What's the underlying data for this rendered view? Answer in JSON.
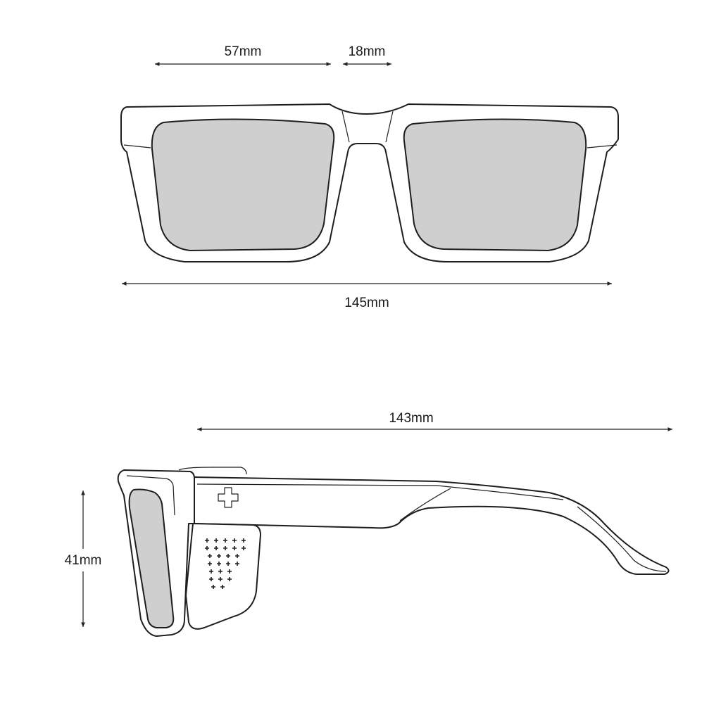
{
  "dimensions": {
    "lens_width": "57mm",
    "bridge_width": "18mm",
    "frame_width": "145mm",
    "temple_length": "143mm",
    "lens_height": "41mm"
  },
  "colors": {
    "lens_fill": "#cfcfcf",
    "outline": "#1e1e1e",
    "background": "#ffffff"
  },
  "icons": {
    "logo": "plus-cross-logo-icon",
    "vent": "plus-pattern-vent-icon"
  }
}
